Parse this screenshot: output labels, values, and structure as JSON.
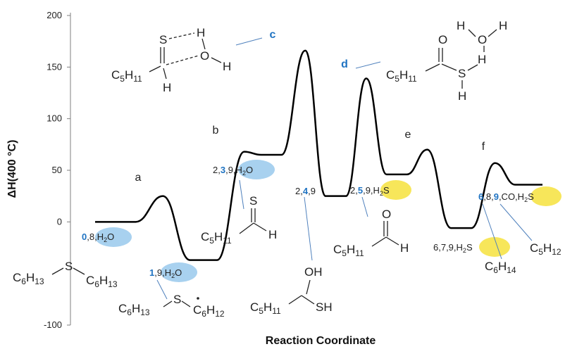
{
  "chart_data": {
    "type": "line",
    "title": "",
    "xlabel": "Reaction Coordinate",
    "ylabel": "ΔH(400 °C)",
    "ylim": [
      -100,
      200
    ],
    "yticks": [
      "200",
      "150",
      "100",
      "50",
      "0",
      "-100"
    ],
    "grid": false,
    "colors": {
      "curve": "#000000",
      "axis": "#7f7f7f",
      "accent": "#1f73c2",
      "water_bubble": "#a8d1ef",
      "h2s_bubble": "#f7e65a"
    },
    "series": [
      {
        "name": "",
        "points": [
          {
            "x": 0.0,
            "y": 0
          },
          {
            "x": 0.6,
            "y": 0
          },
          {
            "x": 1.0,
            "y": 25
          },
          {
            "x": 1.4,
            "y": -37
          },
          {
            "x": 1.8,
            "y": -37
          },
          {
            "x": 2.2,
            "y": 68
          },
          {
            "x": 2.45,
            "y": 65
          },
          {
            "x": 2.75,
            "y": 65
          },
          {
            "x": 3.1,
            "y": 166
          },
          {
            "x": 3.4,
            "y": 25
          },
          {
            "x": 3.7,
            "y": 25
          },
          {
            "x": 4.0,
            "y": 139
          },
          {
            "x": 4.3,
            "y": 46
          },
          {
            "x": 4.6,
            "y": 46
          },
          {
            "x": 4.9,
            "y": 70
          },
          {
            "x": 5.25,
            "y": -6
          },
          {
            "x": 5.55,
            "y": -6
          },
          {
            "x": 5.9,
            "y": 57
          },
          {
            "x": 6.2,
            "y": 36
          },
          {
            "x": 6.6,
            "y": 36
          }
        ]
      }
    ],
    "stages": [
      {
        "label": "a",
        "highlight": false
      },
      {
        "label": "b",
        "highlight": false
      },
      {
        "label": "c",
        "highlight": true
      },
      {
        "label": "d",
        "highlight": true
      },
      {
        "label": "e",
        "highlight": false
      },
      {
        "label": "f",
        "highlight": false
      }
    ],
    "species_labels": {
      "s0": {
        "num": "0",
        "rest": ",8,",
        "bubble": "H",
        "sub": "2",
        "tail": "O"
      },
      "s1": {
        "num": "1",
        "rest": ",9,",
        "bubble": "H",
        "sub": "2",
        "tail": "O"
      },
      "s3": {
        "pre": "2,",
        "num": "3",
        "rest": ",9,",
        "bubble": "H",
        "sub": "2",
        "tail": "O"
      },
      "s4": {
        "pre": "2,",
        "num": "4",
        "rest": ",9"
      },
      "s5": {
        "pre": "2,",
        "num": "5",
        "rest": ",9,",
        "bubble": "H",
        "sub": "2",
        "tail": "S"
      },
      "s6": {
        "rest": "6,7,9,",
        "bubble": "H",
        "sub": "2",
        "tail": "S"
      },
      "s7": {
        "num": "6",
        "rest": ",8,",
        "num2": "9",
        "rest2": ",CO,",
        "bubble": "H",
        "sub": "2",
        "tail": "S"
      }
    },
    "molecules": {
      "m_thioether": {
        "c6h13_left": "C",
        "c6_left_sub": "6",
        "h_left": "H",
        "h_left_sub": "13",
        "s": "S",
        "c6h13_right": "C",
        "c6_right_sub": "6",
        "h_right": "H",
        "h_right_sub": "13"
      },
      "m_radical": {
        "c6h13": "C",
        "c6_sub": "6",
        "h": "H",
        "h_sub": "13",
        "s": "S",
        "c6h12": "C",
        "c6b_sub": "6",
        "hb": "H",
        "hb_sub": "12"
      },
      "m_thioaldehyde": {
        "c5": "C",
        "c5_sub": "5",
        "h": "H",
        "h_sub": "11",
        "s": "S",
        "h2": "H"
      },
      "m_hemithio": {
        "c5": "C",
        "c5_sub": "5",
        "h": "H",
        "h_sub": "11",
        "oh": "OH",
        "sh": "SH"
      },
      "m_aldehyde": {
        "c5": "C",
        "c5_sub": "5",
        "h": "H",
        "h_sub": "11",
        "o": "O",
        "h2": "H"
      },
      "m_hexane": {
        "c": "C",
        "c_sub": "6",
        "h": "H",
        "h_sub": "14"
      },
      "m_pentane": {
        "c": "C",
        "c_sub": "5",
        "h": "H",
        "h_sub": "12"
      },
      "m_ts_c": {
        "s": "S",
        "h1": "H",
        "o": "O",
        "h2": "H",
        "c5": "C",
        "c5_sub": "5",
        "h": "H",
        "h_sub": "11",
        "h3": "H"
      },
      "m_ts_d": {
        "o1": "O",
        "h1": "H",
        "o2": "O",
        "h2": "H",
        "h3": "H",
        "c5": "C",
        "c5_sub": "5",
        "h": "H",
        "h_sub": "11",
        "s": "S",
        "h4": "H"
      }
    }
  }
}
